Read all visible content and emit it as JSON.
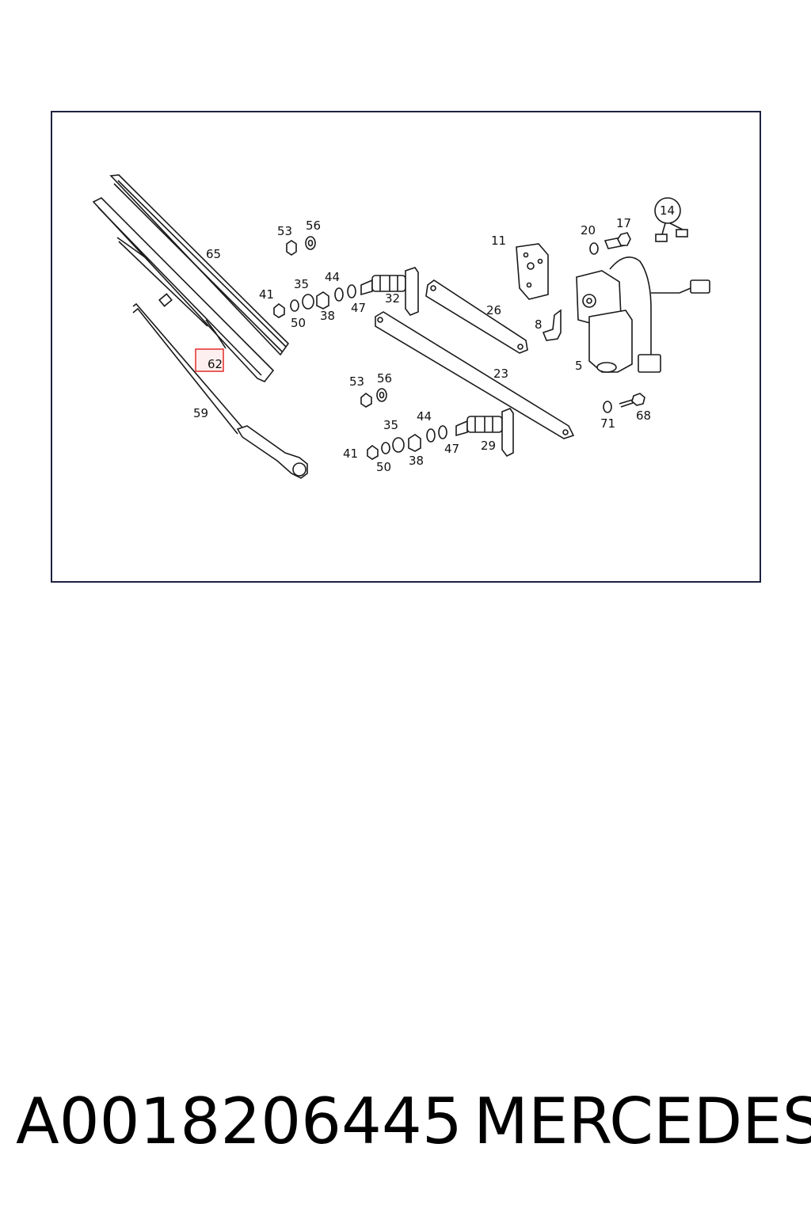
{
  "diagram": {
    "labels": {
      "l65": "65",
      "l53a": "53",
      "l56a": "56",
      "l41a": "41",
      "l35a": "35",
      "l44a": "44",
      "l50a": "50",
      "l38a": "38",
      "l47a": "47",
      "l32": "32",
      "l11": "11",
      "l20": "20",
      "l17": "17",
      "l14": "14",
      "l26": "26",
      "l8": "8",
      "l5": "5",
      "l62": "62",
      "l59": "59",
      "l23": "23",
      "l53b": "53",
      "l56b": "56",
      "l35b": "35",
      "l44b": "44",
      "l41b": "41",
      "l50b": "50",
      "l38b": "38",
      "l47b": "47",
      "l29": "29",
      "l71": "71",
      "l68": "68"
    },
    "highlight_color": "#e53935"
  },
  "footer": {
    "part_number": "A0018206445",
    "brand": "MERCEDES"
  }
}
